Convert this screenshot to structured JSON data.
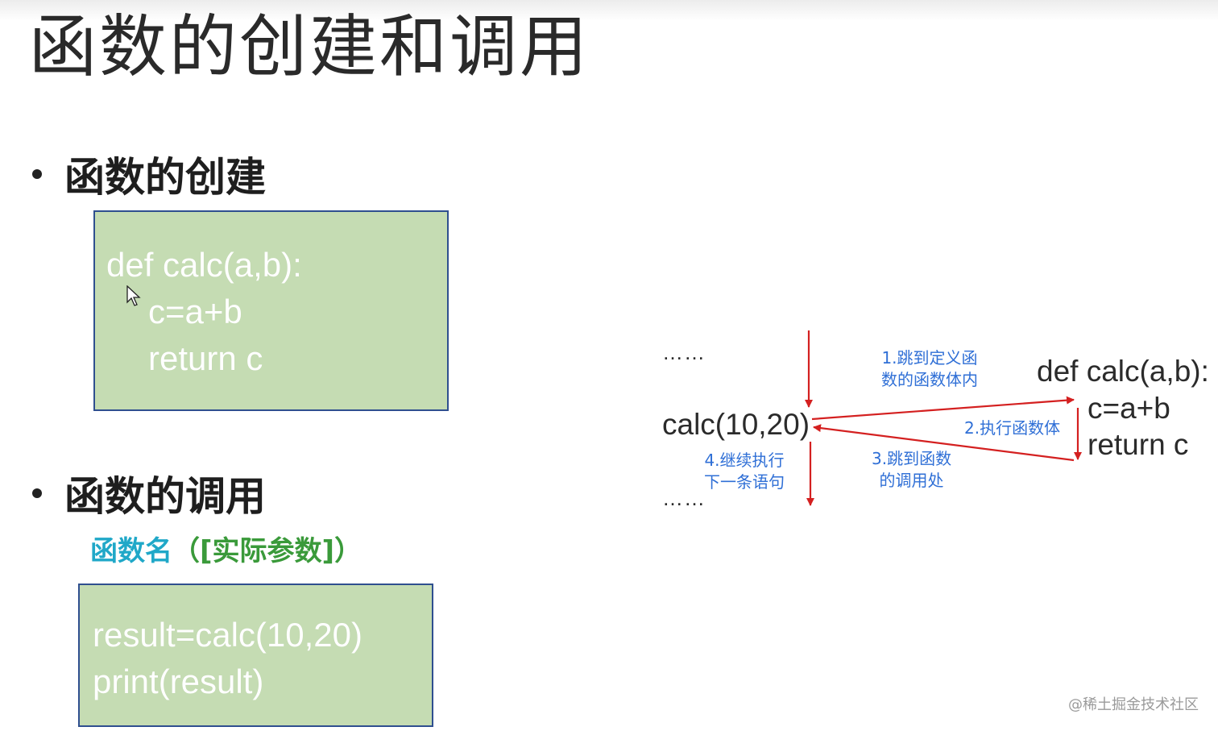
{
  "slide": {
    "title": "函数的创建和调用",
    "bullet_create": "函数的创建",
    "bullet_call": "函数的调用",
    "def_code": [
      "def calc(a,b):",
      "c=a+b",
      "return c"
    ],
    "syntax_name": "函数名",
    "syntax_args": "（[实际参数]）",
    "call_code": [
      "result=calc(10,20)",
      "print(result)"
    ]
  },
  "diagram": {
    "dots_top": "……",
    "dots_bottom": "……",
    "call_expr": "calc(10,20)",
    "def_lines": [
      "def calc(a,b):",
      "c=a+b",
      "return c"
    ],
    "step1": [
      "1.跳到定义函",
      "数的函数体内"
    ],
    "step2": "2.执行函数体",
    "step3": [
      "3.跳到函数",
      "的调用处"
    ],
    "step4": [
      "4.继续执行",
      "下一条语句"
    ],
    "arrow_color": "#d42020",
    "annotation_color": "#2f6fd6"
  },
  "watermark": "@稀土掘金技术社区",
  "colors": {
    "code_box_fill": "#c5dcb3",
    "code_box_border": "#2f4f8f"
  }
}
